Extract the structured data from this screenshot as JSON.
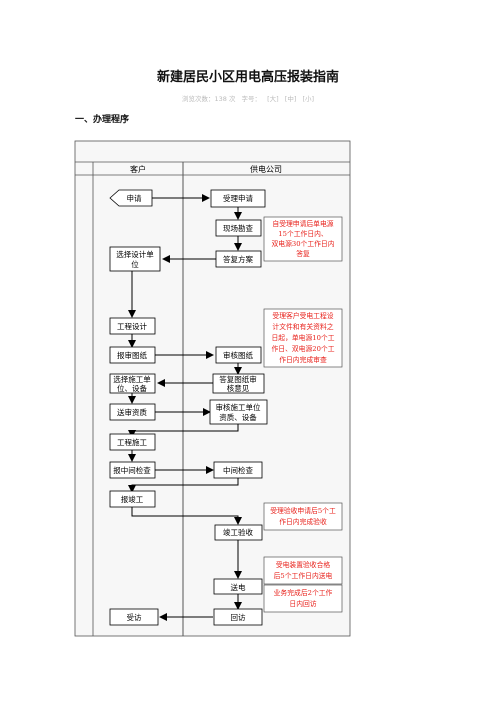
{
  "doc": {
    "title": "新建居民小区用电高压报装指南",
    "meta": {
      "views_label": "浏览次数：138 次",
      "font_label": "字号：",
      "size_l": "[大]",
      "size_m": "[中]",
      "size_s": "[小]"
    },
    "section_heading": "一、办理程序"
  },
  "flow": {
    "lane_customer": "客户",
    "lane_supplier": "供电公司",
    "customer": {
      "apply": "申请",
      "select_designer_1": "选择设计单",
      "select_designer_2": "位",
      "design": "工程设计",
      "submit_drawings": "报审图纸",
      "select_builder_1": "选择施工单",
      "select_builder_2": "位、设备",
      "submit_qual": "送审资质",
      "construction": "工程施工",
      "mid_inspect_req": "报中间检查",
      "report_done": "报竣工",
      "return_visit": "受访"
    },
    "supplier": {
      "accept": "受理申请",
      "survey": "现场勘查",
      "reply_plan": "答复方案",
      "review_drawings": "审核图纸",
      "reply_review_1": "答复图纸审",
      "reply_review_2": "核意见",
      "review_builder_1": "审核施工单位",
      "review_builder_2": "资质、设备",
      "mid_inspect": "中间检查",
      "final_accept": "竣工验收",
      "power_on": "送电",
      "visit": "回访"
    },
    "notes": {
      "n1": [
        "自受理申请后单电源",
        "15个工作日内、",
        "双电源30个工作日内",
        "答复"
      ],
      "n2": [
        "受理客户受电工程设",
        "计文件和有关资料之",
        "日起，单电源10个工",
        "作日、双电源20个工",
        "作日内完成审查"
      ],
      "n3": [
        "受理验收申请后5个工",
        "作日内完成验收"
      ],
      "n4": [
        "受电装置验收合格",
        "后5个工作日内送电"
      ],
      "n5": [
        "业务完成后2个工作",
        "日内回访"
      ]
    },
    "colors": {
      "note_red": "#e8211b",
      "line": "#000000",
      "bg": "#f7f7f7"
    }
  }
}
